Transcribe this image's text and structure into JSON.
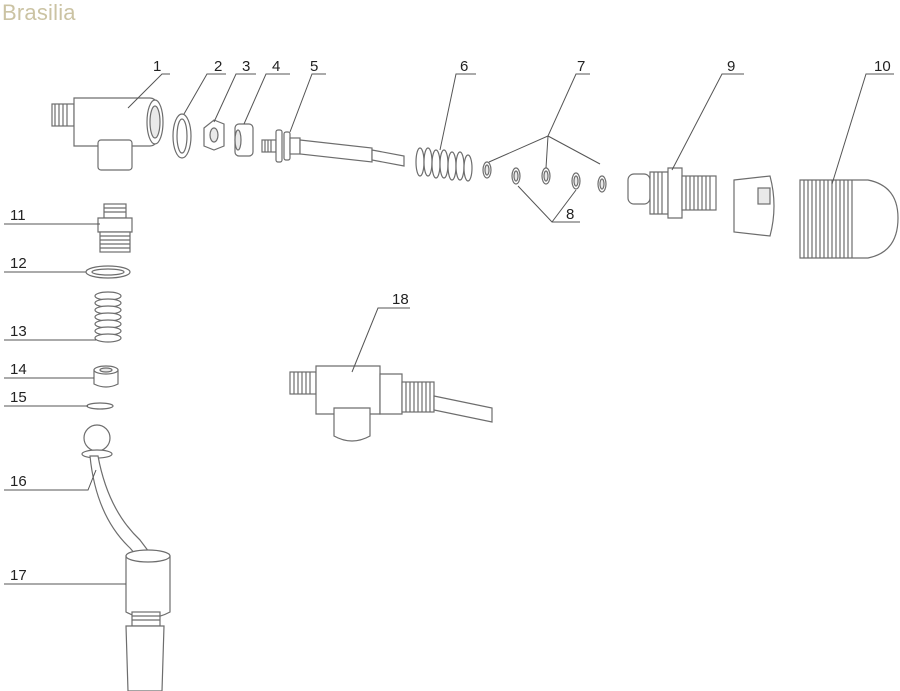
{
  "brand": "Brasilia",
  "callouts": [
    "1",
    "2",
    "3",
    "4",
    "5",
    "6",
    "7",
    "8",
    "9",
    "10",
    "11",
    "12",
    "13",
    "14",
    "15",
    "16",
    "17",
    "18"
  ]
}
